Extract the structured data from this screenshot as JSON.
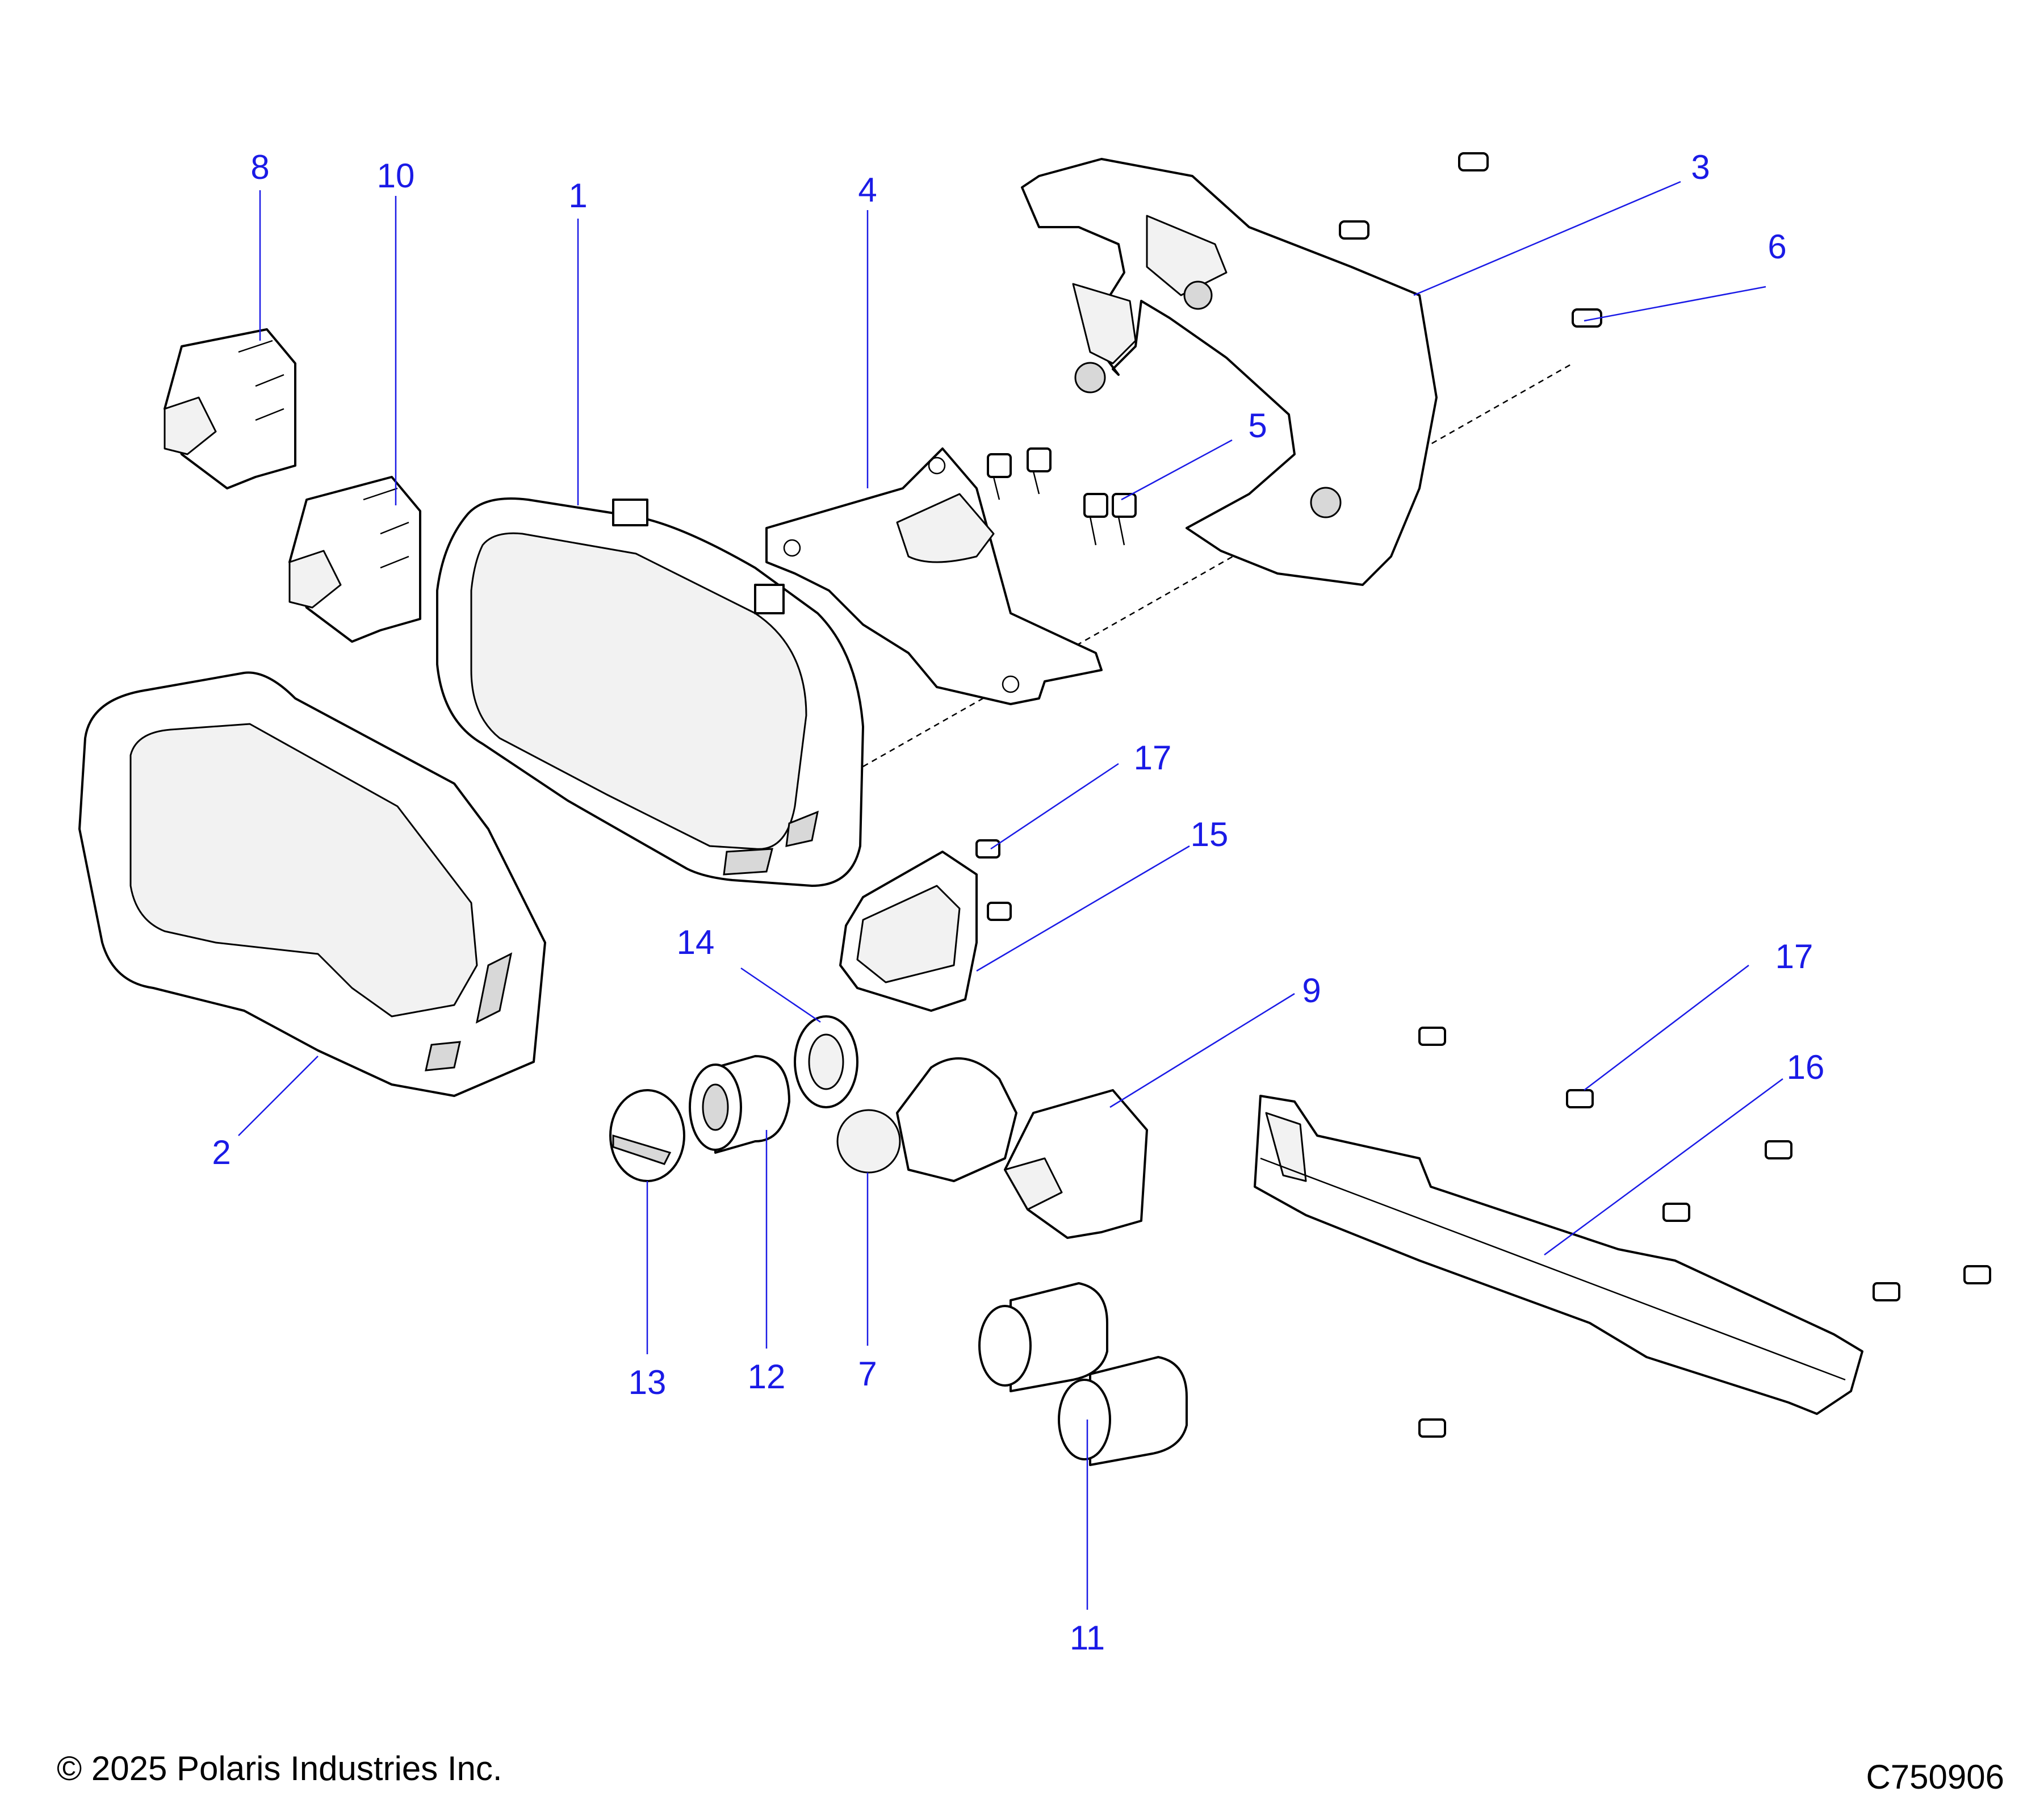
{
  "callouts": {
    "c1": "1",
    "c2": "2",
    "c3": "3",
    "c4": "4",
    "c5": "5",
    "c6": "6",
    "c7": "7",
    "c8": "8",
    "c9": "9",
    "c10": "10",
    "c11": "11",
    "c12": "12",
    "c13": "13",
    "c14": "14",
    "c15": "15",
    "c16": "16",
    "c17a": "17",
    "c17b": "17"
  },
  "footer": {
    "copyright": "© 2025 Polaris Industries Inc.",
    "drawing_id": "C750906"
  },
  "colors": {
    "callout": "#1a1ae6",
    "line": "#000000",
    "background": "#ffffff"
  }
}
